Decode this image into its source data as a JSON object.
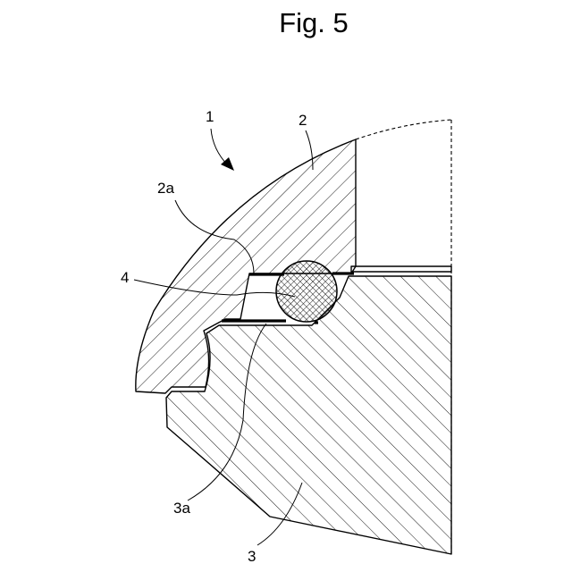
{
  "figure": {
    "title": "Fig. 5",
    "labels": {
      "assembly": "1",
      "outer_part": "2",
      "outer_groove": "2a",
      "seal_ring": "4",
      "inner_groove": "3a",
      "inner_part": "3"
    }
  }
}
